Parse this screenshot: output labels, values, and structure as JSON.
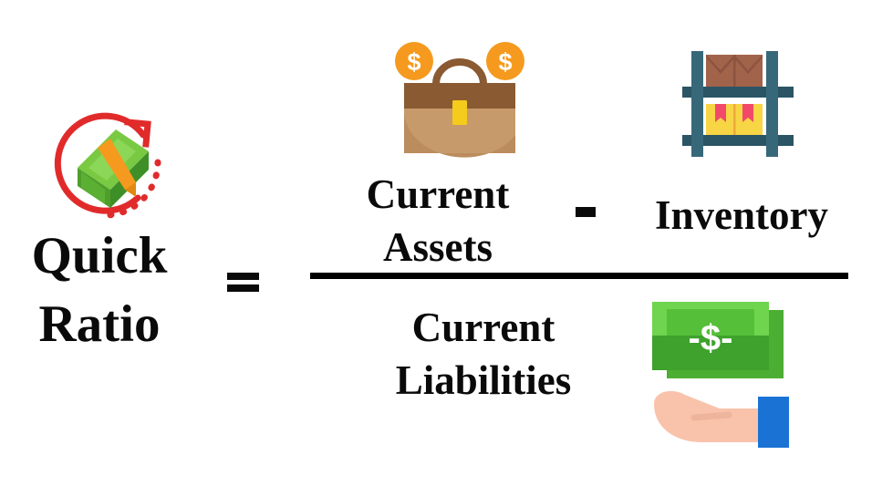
{
  "figure": {
    "type": "formula-diagram",
    "title": "Quick Ratio formula",
    "background_color": "#ffffff",
    "text_color": "#0a0a0a"
  },
  "left": {
    "label_line1": "Quick",
    "label_line2": "Ratio",
    "icon_name": "cash-flow-icon",
    "icon_colors": {
      "arrow": "#e12b2b",
      "cash_light": "#7ac943",
      "cash_mid": "#5eb235",
      "cash_dark": "#3f8f28",
      "band": "#f59a1e"
    }
  },
  "operators": {
    "equals": "=",
    "minus": "-",
    "fraction_bar": "———"
  },
  "numerator": {
    "left_term": "Current\nAssets",
    "left_term_line1": "Current",
    "left_term_line2": "Assets",
    "left_icon_name": "briefcase-with-coins-icon",
    "right_term": "Inventory",
    "right_icon_name": "warehouse-shelf-icon"
  },
  "denominator": {
    "term_line1": "Current",
    "term_line2": "Liabilities",
    "icon_name": "money-in-hand-icon",
    "banknote_symbol": "-$-"
  },
  "icon_colors": {
    "briefcase_top": "#8a5a33",
    "briefcase_body": "#c79a6b",
    "briefcase_body_shade": "#bb8c5d",
    "briefcase_clasp": "#f5cb1c",
    "briefcase_handle": "#8a5a33",
    "coin": "#f59a1e",
    "coin_symbol": "#ffffff",
    "shelf": "#2b5565",
    "box_brown": "#a2634b",
    "box_brown_dark": "#8c5340",
    "box_yellow": "#f7d545",
    "box_yellow_dark": "#efa93c",
    "ribbon": "#f2496b",
    "bill_light": "#6fd44e",
    "bill_dark": "#3ea22c",
    "bill_back": "#4cae33",
    "hand_skin": "#f9c3ab",
    "sleeve_blue": "#1a73d4"
  }
}
